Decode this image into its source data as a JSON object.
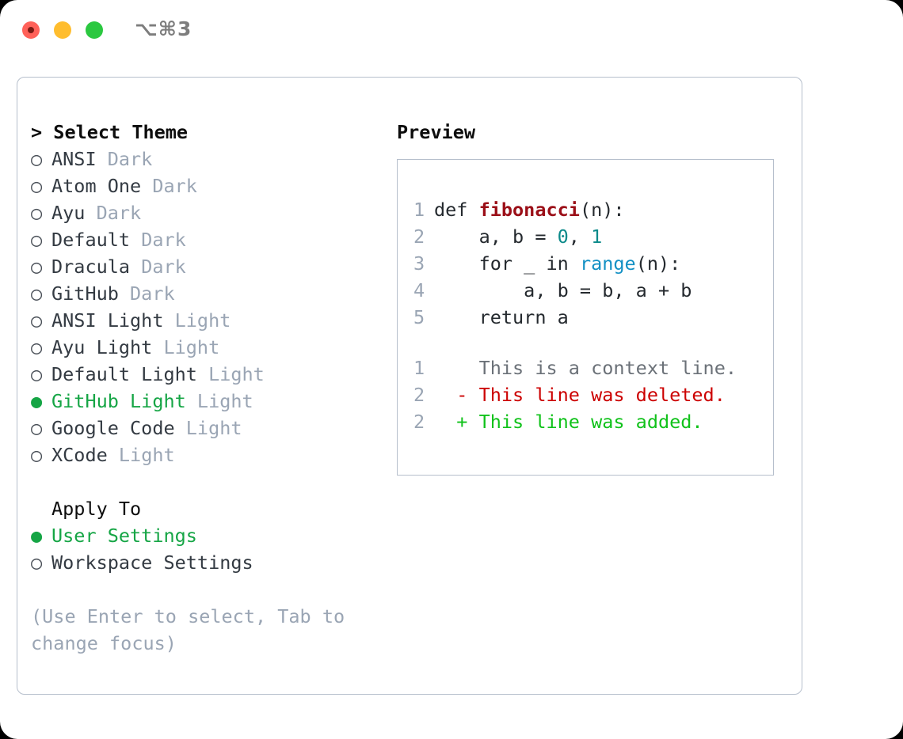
{
  "window": {
    "shortcut": "⌥⌘3",
    "traffic_lights": [
      "close",
      "minimize",
      "maximize"
    ]
  },
  "theme_picker": {
    "header_prefix": "> ",
    "header": "Select Theme",
    "marker_selected": "● ",
    "marker_unselected": "○ ",
    "items": [
      {
        "name": "ANSI",
        "tag": "Dark",
        "selected": false
      },
      {
        "name": "Atom One",
        "tag": "Dark",
        "selected": false
      },
      {
        "name": "Ayu",
        "tag": "Dark",
        "selected": false
      },
      {
        "name": "Default",
        "tag": "Dark",
        "selected": false
      },
      {
        "name": "Dracula",
        "tag": "Dark",
        "selected": false
      },
      {
        "name": "GitHub",
        "tag": "Dark",
        "selected": false
      },
      {
        "name": "ANSI Light",
        "tag": "Light",
        "selected": false
      },
      {
        "name": "Ayu Light",
        "tag": "Light",
        "selected": false
      },
      {
        "name": "Default Light",
        "tag": "Light",
        "selected": false
      },
      {
        "name": "GitHub Light",
        "tag": "Light",
        "selected": true
      },
      {
        "name": "Google Code",
        "tag": "Light",
        "selected": false
      },
      {
        "name": "XCode",
        "tag": "Light",
        "selected": false
      }
    ]
  },
  "apply_to": {
    "header": "Apply To",
    "options": [
      {
        "name": "User Settings",
        "selected": true
      },
      {
        "name": "Workspace Settings",
        "selected": false
      }
    ]
  },
  "hint": "(Use Enter to select, Tab to change focus)",
  "preview": {
    "title": "Preview",
    "code_lines": [
      {
        "num": "1",
        "tokens": [
          {
            "t": "def ",
            "c": "tok-plain"
          },
          {
            "t": "fibonacci",
            "c": "tok-func"
          },
          {
            "t": "(n):",
            "c": "tok-plain"
          }
        ]
      },
      {
        "num": "2",
        "tokens": [
          {
            "t": "    a, b = ",
            "c": "tok-plain"
          },
          {
            "t": "0",
            "c": "tok-num"
          },
          {
            "t": ", ",
            "c": "tok-plain"
          },
          {
            "t": "1",
            "c": "tok-num"
          }
        ]
      },
      {
        "num": "3",
        "tokens": [
          {
            "t": "    for _ in ",
            "c": "tok-plain"
          },
          {
            "t": "range",
            "c": "tok-call"
          },
          {
            "t": "(n):",
            "c": "tok-plain"
          }
        ]
      },
      {
        "num": "4",
        "tokens": [
          {
            "t": "        a, b = b, a + b",
            "c": "tok-plain"
          }
        ]
      },
      {
        "num": "5",
        "tokens": [
          {
            "t": "    return a",
            "c": "tok-plain"
          }
        ]
      }
    ],
    "diff_lines": [
      {
        "num": "1",
        "sign": "  ",
        "text": "This is a context line.",
        "c": "tok-ctx"
      },
      {
        "num": "2",
        "sign": "- ",
        "text": "This line was deleted.",
        "c": "tok-del"
      },
      {
        "num": "2",
        "sign": "+ ",
        "text": "This line was added.",
        "c": "tok-add"
      }
    ]
  },
  "colors": {
    "accent_green": "#15a545",
    "tag_grey": "#9aa5b4",
    "border": "#b6bfcc",
    "func_red": "#9b0f18",
    "number_teal": "#0c8a8a",
    "call_blue": "#1290c4",
    "diff_delete": "#cc0000",
    "diff_add": "#10c21a",
    "traffic_close": "#ff6159",
    "traffic_min": "#ffbd2e",
    "traffic_max": "#2bc840"
  }
}
